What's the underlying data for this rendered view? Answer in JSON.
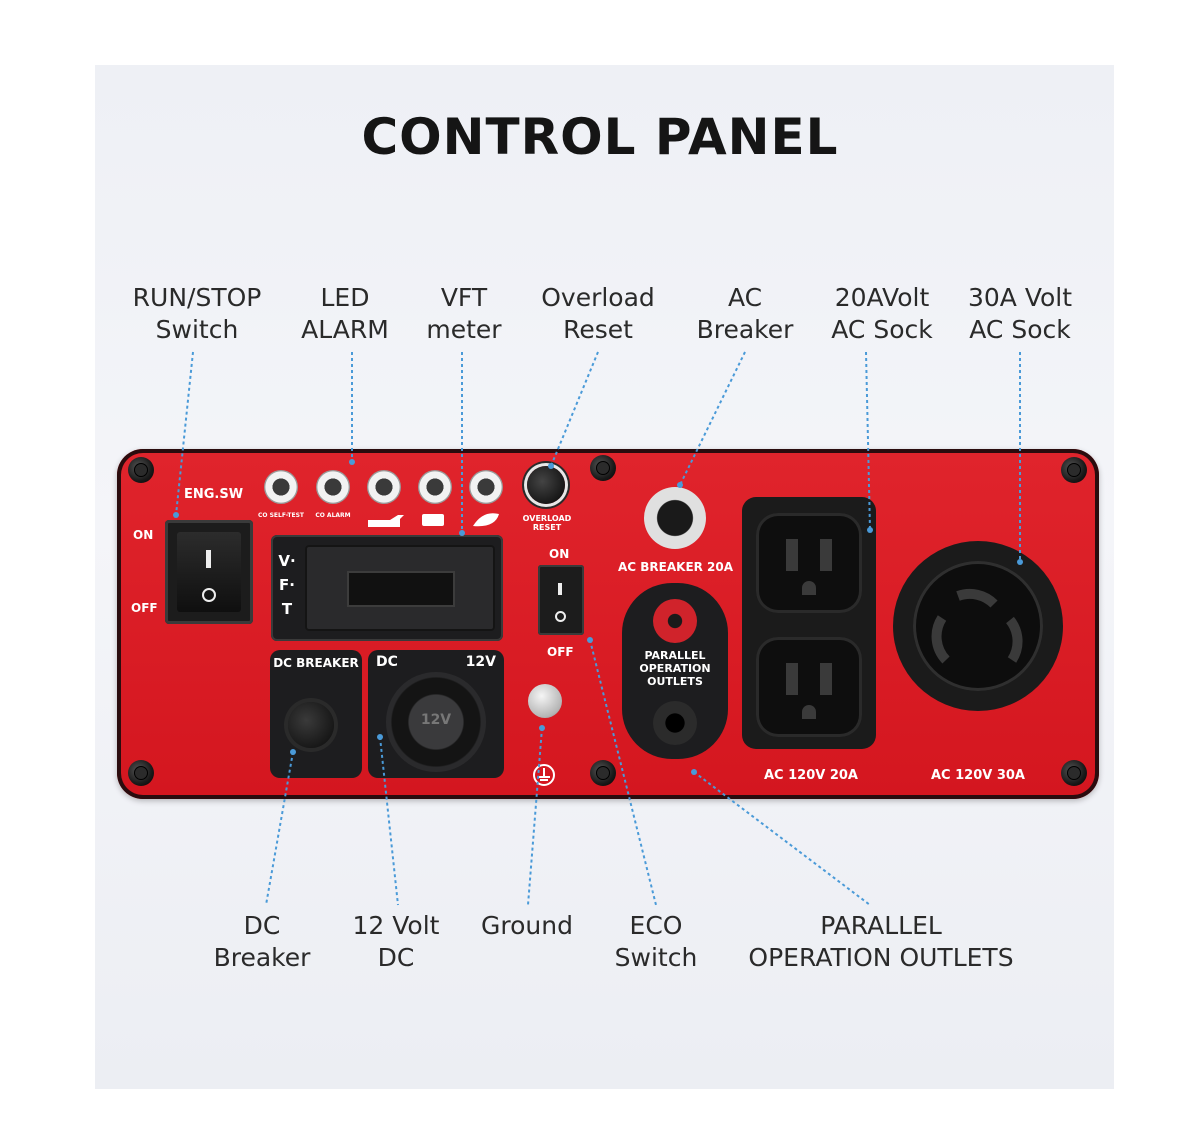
{
  "title": "CONTROL PANEL",
  "callouts": {
    "run_stop": [
      "RUN/STOP",
      "Switch"
    ],
    "led_alarm": [
      "LED",
      "ALARM"
    ],
    "vft_meter": [
      "VFT",
      "meter"
    ],
    "overload_reset": [
      "Overload",
      "Reset"
    ],
    "ac_breaker": [
      "AC",
      "Breaker"
    ],
    "ac_20a": [
      "20AVolt",
      "AC Sock"
    ],
    "ac_30a": [
      "30A Volt",
      "AC Sock"
    ],
    "dc_breaker": [
      "DC",
      "Breaker"
    ],
    "dc_12v": [
      "12 Volt",
      "DC"
    ],
    "ground": [
      "Ground"
    ],
    "eco_switch": [
      "ECO",
      "Switch"
    ],
    "parallel": [
      "PARALLEL",
      "OPERATION OUTLETS"
    ]
  },
  "panel": {
    "eng_sw": "ENG.SW",
    "on": "ON",
    "off": "OFF",
    "led_labels": [
      "CO SELF-TEST",
      "CO ALARM"
    ],
    "vft": "V·F·T",
    "overload_reset": "OVERLOAD RESET",
    "ac_breaker_20a": "AC BREAKER 20A",
    "eco_on": "ON",
    "eco_off": "OFF",
    "dc_breaker": "DC BREAKER",
    "dc": "DC",
    "v12": "12V",
    "socket_12v": "12V",
    "parallel_label": [
      "PARALLEL",
      "OPERATION",
      "OUTLETS"
    ],
    "ac_120v_20a": "AC 120V 20A",
    "ac_120v_30a": "AC 120V 30A"
  },
  "colors": {
    "panel_red": "#d91c24",
    "callout_line": "#4a9ad8",
    "text": "#2a2a2a"
  }
}
